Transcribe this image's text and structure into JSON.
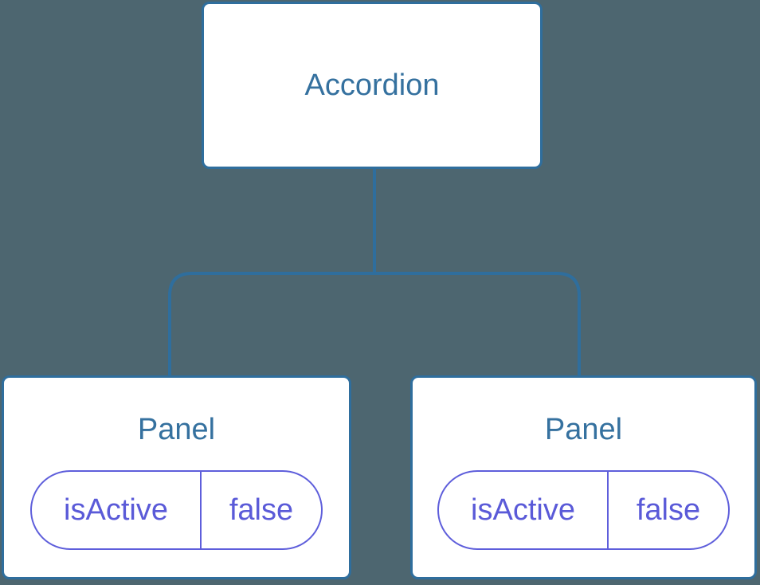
{
  "diagram": {
    "root": {
      "label": "Accordion"
    },
    "panels": [
      {
        "label": "Panel",
        "state_name": "isActive",
        "state_value": "false"
      },
      {
        "label": "Panel",
        "state_name": "isActive",
        "state_value": "false"
      }
    ]
  },
  "colors": {
    "background": "#4D6670",
    "node_background": "#FFFFFF",
    "node_border": "#2F6E9D",
    "title_text": "#35719F",
    "connector": "#2F6E9D",
    "state_border": "#5E5EDB",
    "state_text": "#5A5AD8"
  }
}
